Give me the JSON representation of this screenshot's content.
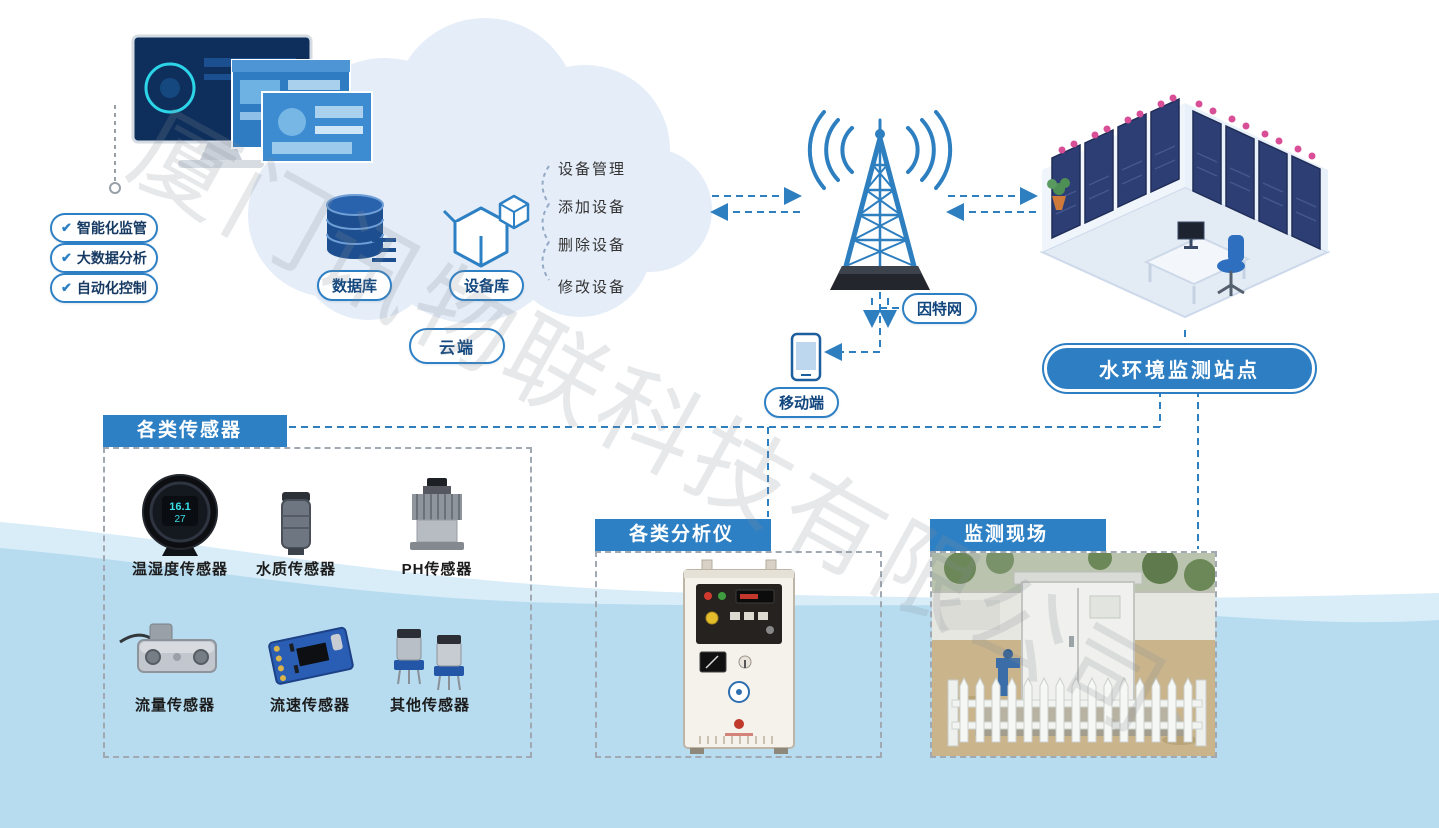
{
  "colors": {
    "accent": "#2e80c4",
    "navy": "#1d4e8f",
    "wave": "#b7dcf0",
    "label_text": "#10457d",
    "rack": "#2c3e74",
    "dot_pink": "#d84f97"
  },
  "icons": {
    "check": "✔"
  },
  "watermark_text": "厦门讯物联科技有限公司",
  "features": {
    "items": [
      {
        "label": "智能化监管"
      },
      {
        "label": "大数据分析"
      },
      {
        "label": "自动化控制"
      }
    ]
  },
  "cloud": {
    "label": "云端",
    "database_label": "数据库",
    "device_library_label": "设备库",
    "device_ops": [
      "设备管理",
      "添加设备",
      "删除设备",
      "修改设备"
    ]
  },
  "network": {
    "internet_label": "因特网",
    "mobile_label": "移动端"
  },
  "station_label": "水环境监测站点",
  "sections": {
    "sensors": {
      "title": "各类传感器",
      "items": [
        "温湿度传感器",
        "水质传感器",
        "PH传感器",
        "流量传感器",
        "流速传感器",
        "其他传感器"
      ],
      "temp_display": {
        "line1": "16.1",
        "line2": "27"
      }
    },
    "analyzers": {
      "title": "各类分析仪"
    },
    "site": {
      "title": "监测现场"
    }
  }
}
